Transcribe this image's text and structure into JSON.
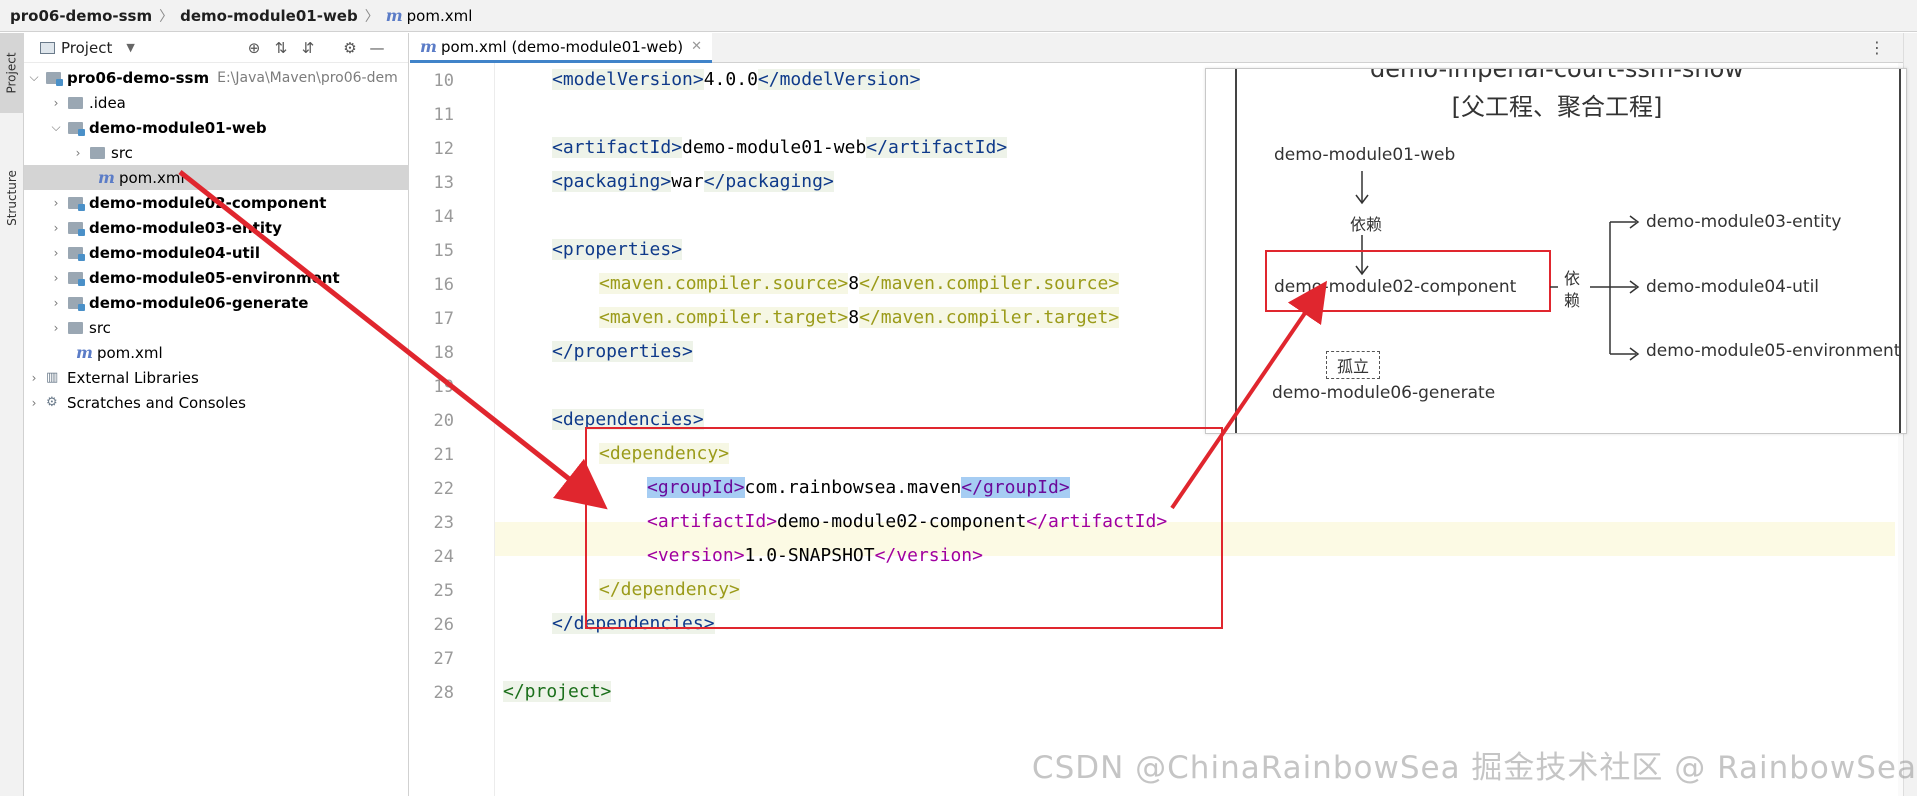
{
  "breadcrumb": {
    "items": [
      "pro06-demo-ssm",
      "demo-module01-web",
      "pom.xml"
    ]
  },
  "side_tabs": {
    "project": "Project",
    "structure": "Structure"
  },
  "project_panel": {
    "title": "Project",
    "tree": [
      {
        "label": "pro06-demo-ssm",
        "path": "E:\\Java\\Maven\\pro06-dem"
      },
      {
        "label": ".idea"
      },
      {
        "label": "demo-module01-web"
      },
      {
        "label": "src"
      },
      {
        "label": "pom.xml"
      },
      {
        "label": "demo-module02-component"
      },
      {
        "label": "demo-module03-entity"
      },
      {
        "label": "demo-module04-util"
      },
      {
        "label": "demo-module05-environment"
      },
      {
        "label": "demo-module06-generate"
      },
      {
        "label": "src"
      },
      {
        "label": "pom.xml"
      },
      {
        "label": "External Libraries"
      },
      {
        "label": "Scratches and Consoles"
      }
    ]
  },
  "editor": {
    "tab_label": "pom.xml (demo-module01-web)",
    "line_numbers": [
      "10",
      "11",
      "12",
      "13",
      "14",
      "15",
      "16",
      "17",
      "18",
      "19",
      "20",
      "21",
      "22",
      "23",
      "24",
      "25",
      "26",
      "27",
      "28"
    ],
    "code": {
      "l10": {
        "open": "<modelVersion>",
        "text": "4.0.0",
        "close": "</modelVersion>"
      },
      "l12": {
        "open": "<artifactId>",
        "text": "demo-module01-web",
        "close": "</artifactId>"
      },
      "l13": {
        "open": "<packaging>",
        "text": "war",
        "close": "</packaging>"
      },
      "l15": {
        "tag": "<properties>"
      },
      "l16": {
        "open": "<maven.compiler.source>",
        "text": "8",
        "close": "</maven.compiler.source>"
      },
      "l17": {
        "open": "<maven.compiler.target>",
        "text": "8",
        "close": "</maven.compiler.target>"
      },
      "l18": {
        "tag": "</properties>"
      },
      "l20": {
        "tag": "<dependencies>"
      },
      "l21": {
        "tag": "<dependency>"
      },
      "l22": {
        "open": "<groupId>",
        "text": "com.rainbowsea.maven",
        "close": "</groupId>"
      },
      "l23": {
        "open": "<artifactId>",
        "text": "demo-module02-component",
        "close": "</artifactId>"
      },
      "l24": {
        "open": "<version>",
        "text": "1.0-SNAPSHOT",
        "close": "</version>"
      },
      "l25": {
        "tag": "</dependency>"
      },
      "l26": {
        "tag": "</dependencies>"
      },
      "l28": {
        "tag": "</project>"
      }
    }
  },
  "diagram": {
    "title": "demo-imperial-court-ssm-show",
    "subtitle": "[父工程、聚合工程]",
    "nodes": {
      "web": "demo-module01-web",
      "component": "demo-module02-component",
      "entity": "demo-module03-entity",
      "util": "demo-module04-util",
      "environment": "demo-module05-environment",
      "generate": "demo-module06-generate"
    },
    "label_depend": "依赖",
    "label_depend_v1": "依",
    "label_depend_v2": "赖",
    "label_isolated": "孤立"
  },
  "colors": {
    "annotation": "#e0262e",
    "tab_underline": "#4083c9"
  },
  "watermark": "CSDN @ChinaRainbowSea  掘金技术社区 @ RainbowSea"
}
